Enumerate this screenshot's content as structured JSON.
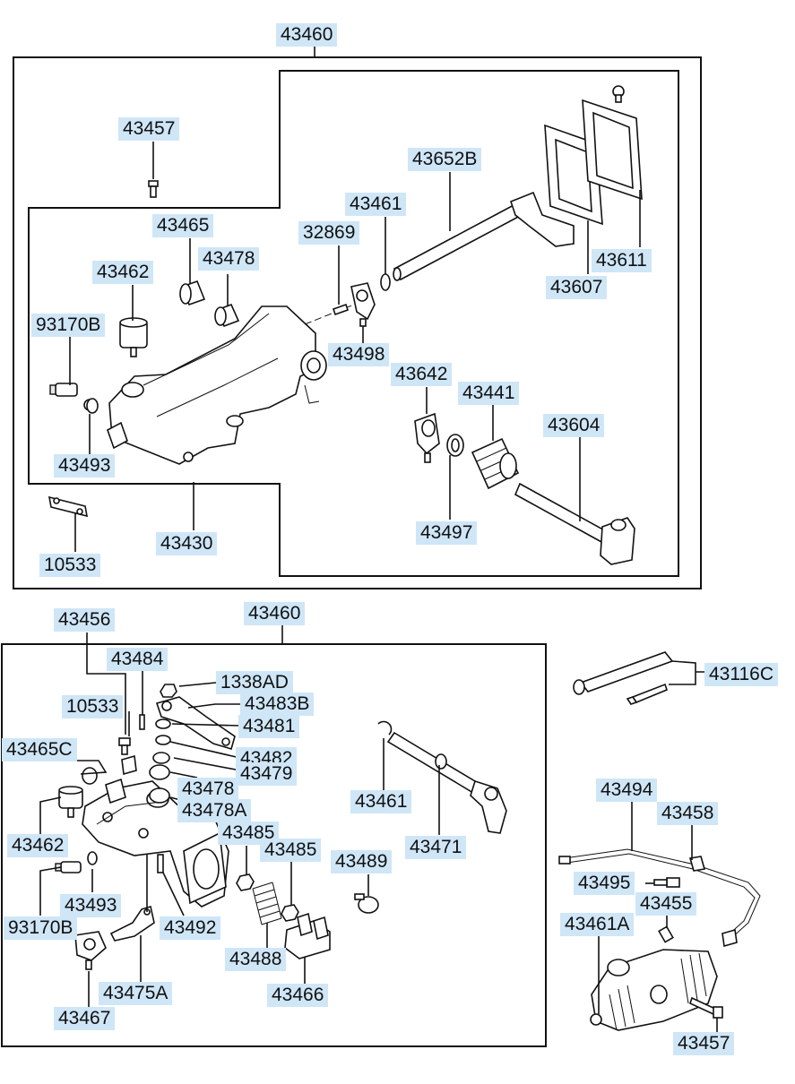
{
  "labels": {
    "p43460_top": "43460",
    "p43457_top": "43457",
    "p43652B": "43652B",
    "p43465": "43465",
    "p43461_top": "43461",
    "p32869": "32869",
    "p43478_top": "43478",
    "p43462_top": "43462",
    "p43611": "43611",
    "p43607": "43607",
    "p93170B_top": "93170B",
    "p43498": "43498",
    "p43642": "43642",
    "p43441": "43441",
    "p43604": "43604",
    "p43493_top": "43493",
    "p43497": "43497",
    "p43430": "43430",
    "p10533_top": "10533",
    "p43456": "43456",
    "p43460_bottom": "43460",
    "p43484": "43484",
    "p1338AD": "1338AD",
    "p43483B": "43483B",
    "p10533_bottom": "10533",
    "p43481": "43481",
    "p43465C": "43465C",
    "p43482": "43482",
    "p43479": "43479",
    "p43478_bottom": "43478",
    "p43478A": "43478A",
    "p43462_bottom": "43462",
    "p43485_a": "43485",
    "p43485_b": "43485",
    "p43489": "43489",
    "p43461_bottom": "43461",
    "p43471": "43471",
    "p43493_bottom": "43493",
    "p93170B_bottom": "93170B",
    "p43492": "43492",
    "p43488": "43488",
    "p43466": "43466",
    "p43475A": "43475A",
    "p43467": "43467",
    "p43116C": "43116C",
    "p43494": "43494",
    "p43458": "43458",
    "p43495": "43495",
    "p43455": "43455",
    "p43461A": "43461A",
    "p43457_bottom": "43457"
  },
  "colors": {
    "label_highlight": "#cfe6f7",
    "line": "#111111",
    "background": "#ffffff"
  }
}
